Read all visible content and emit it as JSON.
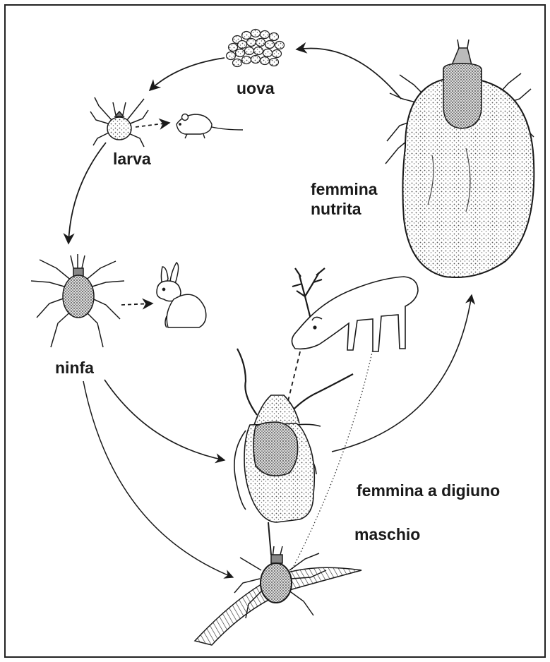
{
  "labels": {
    "uova": "uova",
    "larva": "larva",
    "femmina_nutrita_line1": "femmina",
    "femmina_nutrita_line2": "nutrita",
    "ninfa": "ninfa",
    "femmina_digiuno": "femmina a digiuno",
    "maschio": "maschio"
  },
  "colors": {
    "ink": "#1a1a1a",
    "stipple": "#555555",
    "background": "#ffffff"
  }
}
